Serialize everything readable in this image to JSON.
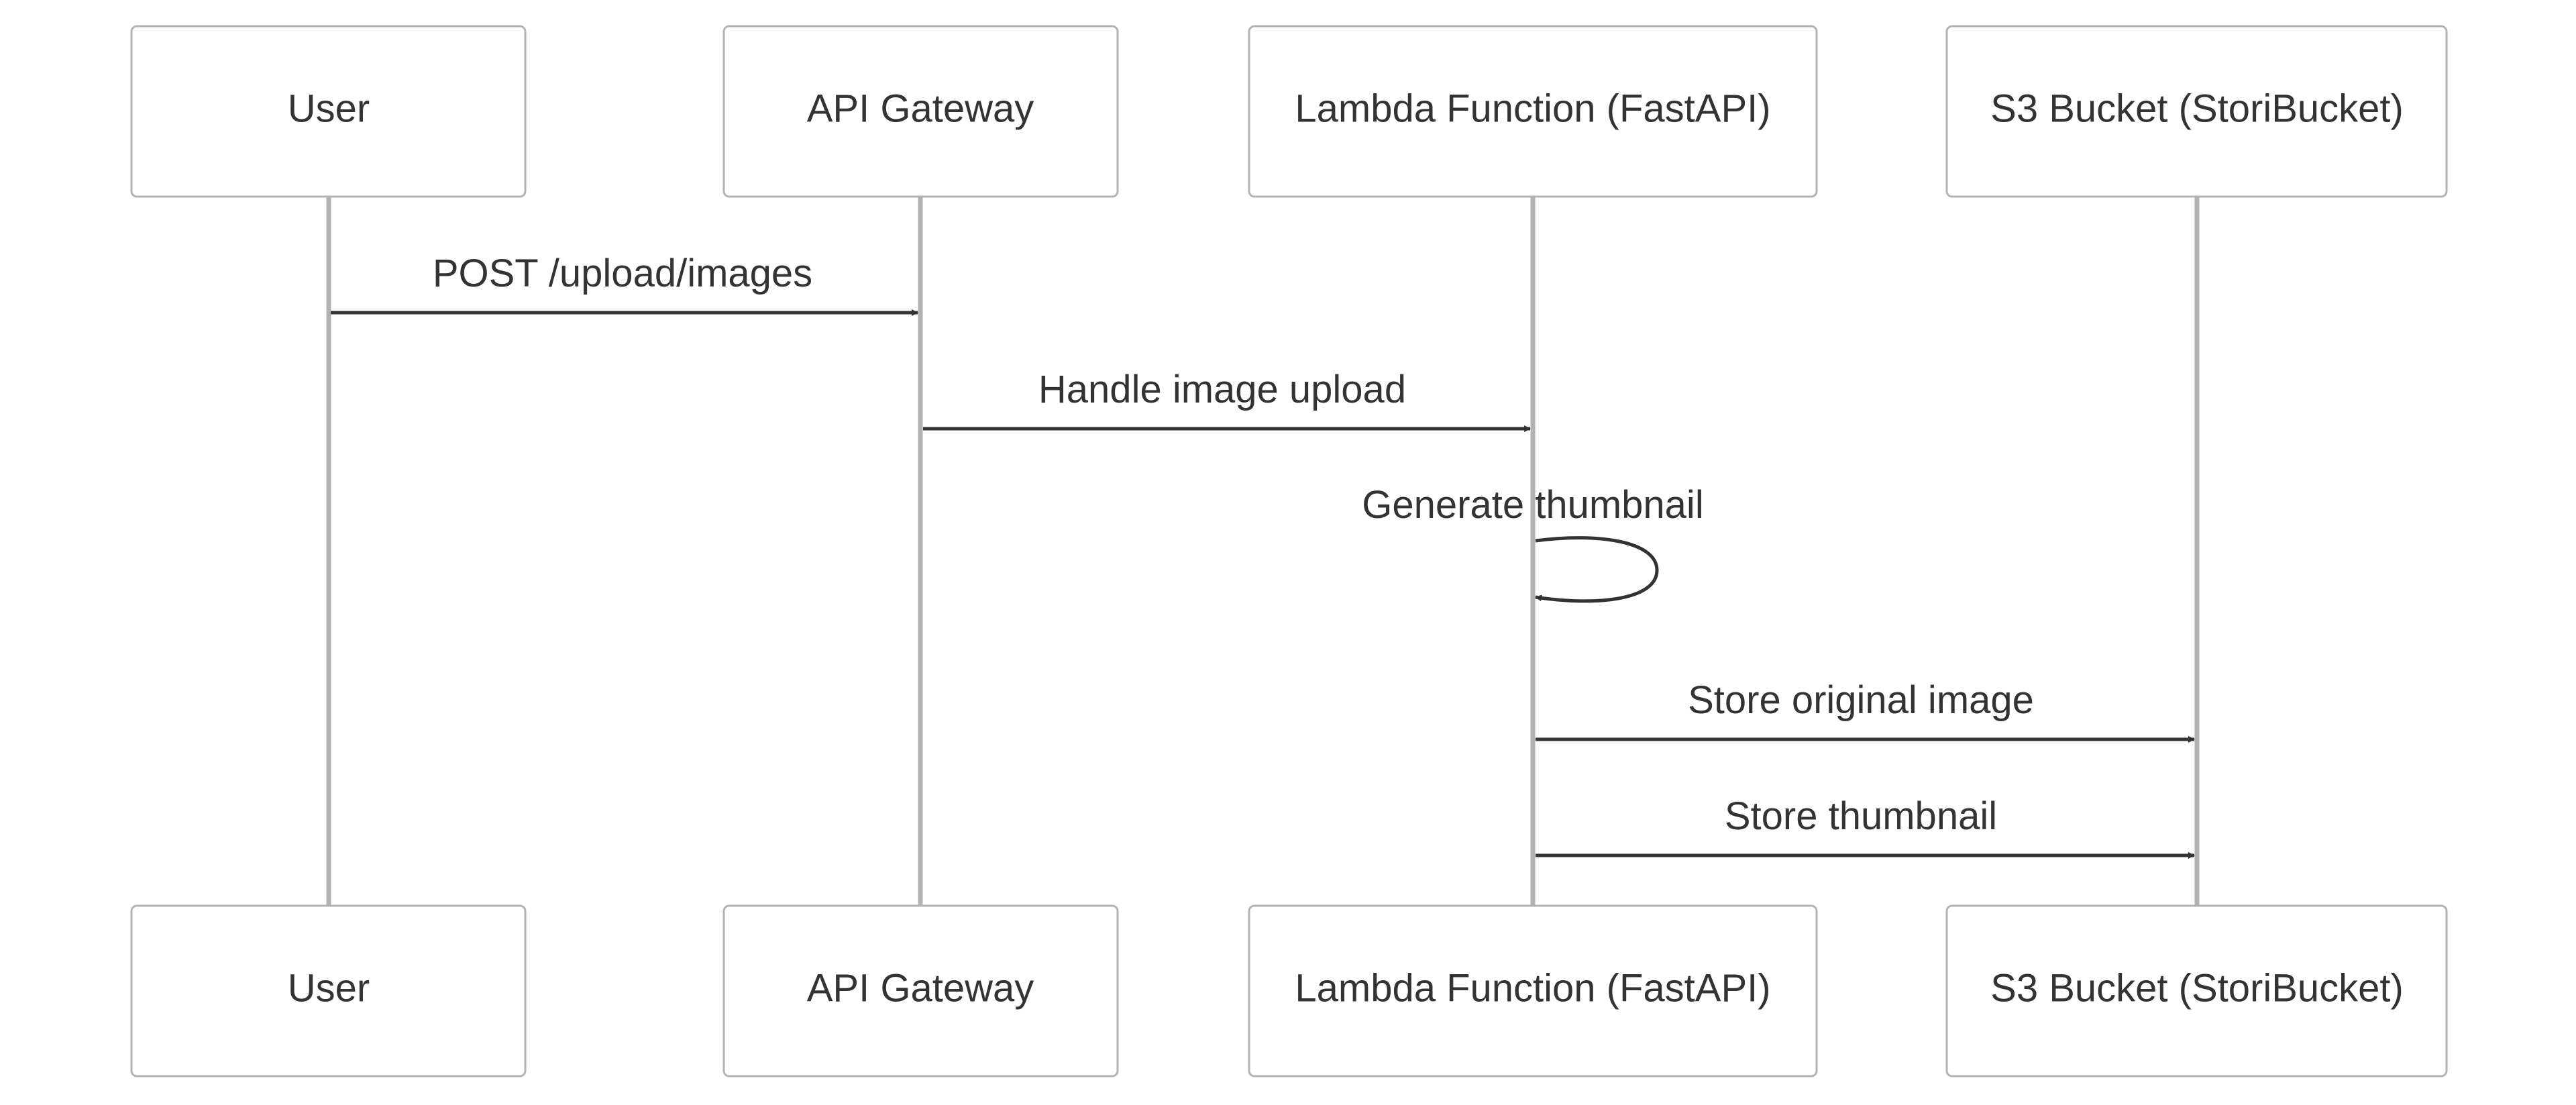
{
  "actors": [
    {
      "id": "user",
      "label": "User"
    },
    {
      "id": "gateway",
      "label": "API Gateway"
    },
    {
      "id": "lambda",
      "label": "Lambda Function (FastAPI)"
    },
    {
      "id": "s3",
      "label": "S3 Bucket (StoriBucket)"
    }
  ],
  "messages": [
    {
      "from": "user",
      "to": "gateway",
      "label": "POST /upload/images"
    },
    {
      "from": "gateway",
      "to": "lambda",
      "label": "Handle image upload"
    },
    {
      "from": "lambda",
      "to": "lambda",
      "label": "Generate thumbnail"
    },
    {
      "from": "lambda",
      "to": "s3",
      "label": "Store original image"
    },
    {
      "from": "lambda",
      "to": "s3",
      "label": "Store thumbnail"
    }
  ]
}
